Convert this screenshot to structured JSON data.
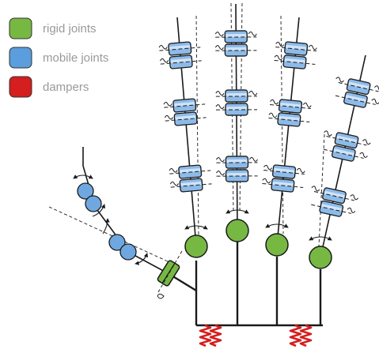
{
  "legend": {
    "items": [
      {
        "label": "rigid joints",
        "color": "#77b843"
      },
      {
        "label": "mobile joints",
        "color": "#5b9ddd"
      },
      {
        "label": "dampers",
        "color": "#d51e1e"
      }
    ]
  },
  "colors": {
    "rigid": "#77b843",
    "mobile": "#6fa8e0",
    "damper": "#d51e1e",
    "line": "#1a1a1a"
  }
}
